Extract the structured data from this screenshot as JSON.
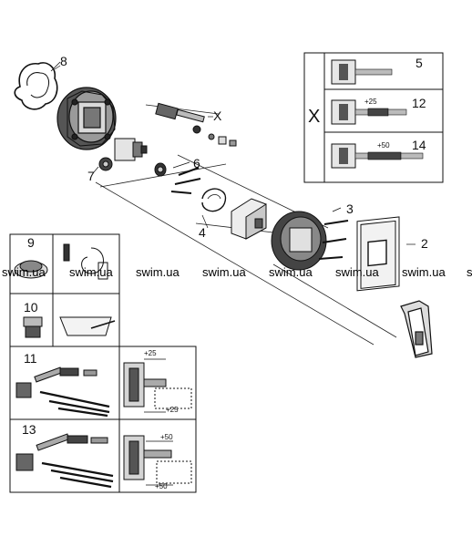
{
  "callouts": {
    "c2": "2",
    "c3": "3",
    "c4": "4",
    "c5": "5",
    "c6": "6",
    "c7": "7",
    "c8": "8",
    "c9": "9",
    "c10": "10",
    "c11": "11",
    "c12": "12",
    "c13": "13",
    "c14": "14",
    "cx": "X",
    "cx_box": "X"
  },
  "dims": {
    "d25a": "+25",
    "d50a": "+50",
    "d25b": "+25",
    "d25c": "+25",
    "d50b": "+50",
    "d50c": "+50"
  },
  "watermark": {
    "w1": "swim.ua",
    "w2": "swim.ua",
    "w3": "swim.ua",
    "w4": "swim.ua",
    "w5": "swim.ua",
    "w6": "swim.ua",
    "w7": "swim.ua",
    "w8": "s"
  }
}
